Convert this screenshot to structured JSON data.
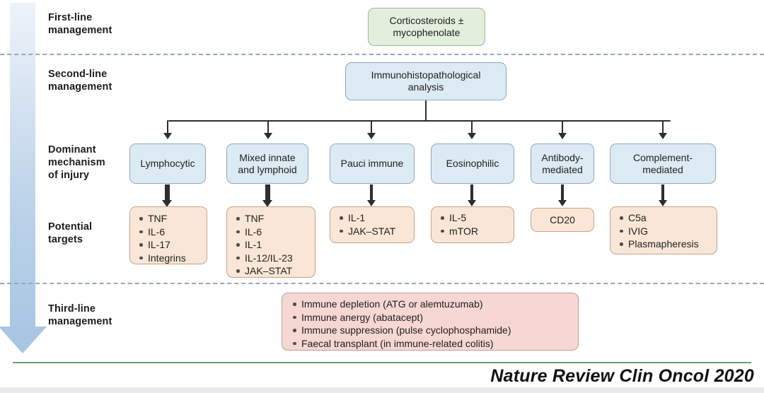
{
  "figure": {
    "credit": "Nature Review Clin Oncol 2020"
  },
  "stages": [
    {
      "id": "first-line",
      "label": "First-line\nmanagement"
    },
    {
      "id": "second-line",
      "label": "Second-line\nmanagement"
    },
    {
      "id": "dominant-mechanism",
      "label": "Dominant\nmechanism\nof injury"
    },
    {
      "id": "potential-targets",
      "label": "Potential\ntargets"
    },
    {
      "id": "third-line",
      "label": "Third-line\nmanagement"
    }
  ],
  "first_line": {
    "box_label": "Corticosteroids ±\nmycophenolate"
  },
  "second_line": {
    "box_label": "Immunohistopathological\nanalysis"
  },
  "mechanisms": [
    {
      "id": "lymphocytic",
      "label": "Lymphocytic"
    },
    {
      "id": "mixed-innate-lymphoid",
      "label": "Mixed innate\nand lymphoid"
    },
    {
      "id": "pauci-immune",
      "label": "Pauci immune"
    },
    {
      "id": "eosinophilic",
      "label": "Eosinophilic"
    },
    {
      "id": "antibody-mediated",
      "label": "Antibody-\nmediated"
    },
    {
      "id": "complement-mediated",
      "label": "Complement-\nmediated"
    }
  ],
  "targets": [
    {
      "id": "targets-lymphocytic",
      "items": [
        "TNF",
        "IL-6",
        "IL-17",
        "Integrins"
      ]
    },
    {
      "id": "targets-mixed-innate-lymphoid",
      "items": [
        "TNF",
        "IL-6",
        "IL-1",
        "IL-12/IL-23",
        "JAK–STAT"
      ]
    },
    {
      "id": "targets-pauci-immune",
      "items": [
        "IL-1",
        "JAK–STAT"
      ]
    },
    {
      "id": "targets-eosinophilic",
      "items": [
        "IL-5",
        "mTOR"
      ]
    },
    {
      "id": "targets-antibody-mediated",
      "items": [
        "CD20"
      ],
      "plain": true
    },
    {
      "id": "targets-complement-mediated",
      "items": [
        "C5a",
        "IVIG",
        "Plasmapheresis"
      ]
    }
  ],
  "third_line": {
    "items": [
      "Immune depletion (ATG or alemtuzumab)",
      "Immune anergy (abatacept)",
      "Immune suppression (pulse cyclophosphamide)",
      "Faecal transplant (in immune-related colitis)"
    ]
  },
  "colors": {
    "first_line_box": "#e3efdd",
    "second_line_box": "#dceaf3",
    "mechanism_box": "#dceaf3",
    "target_box": "#fae6d6",
    "third_line_box": "#f6d7d2",
    "progress_arrow": "#a8c6e2",
    "rule": "#6aa06a"
  }
}
